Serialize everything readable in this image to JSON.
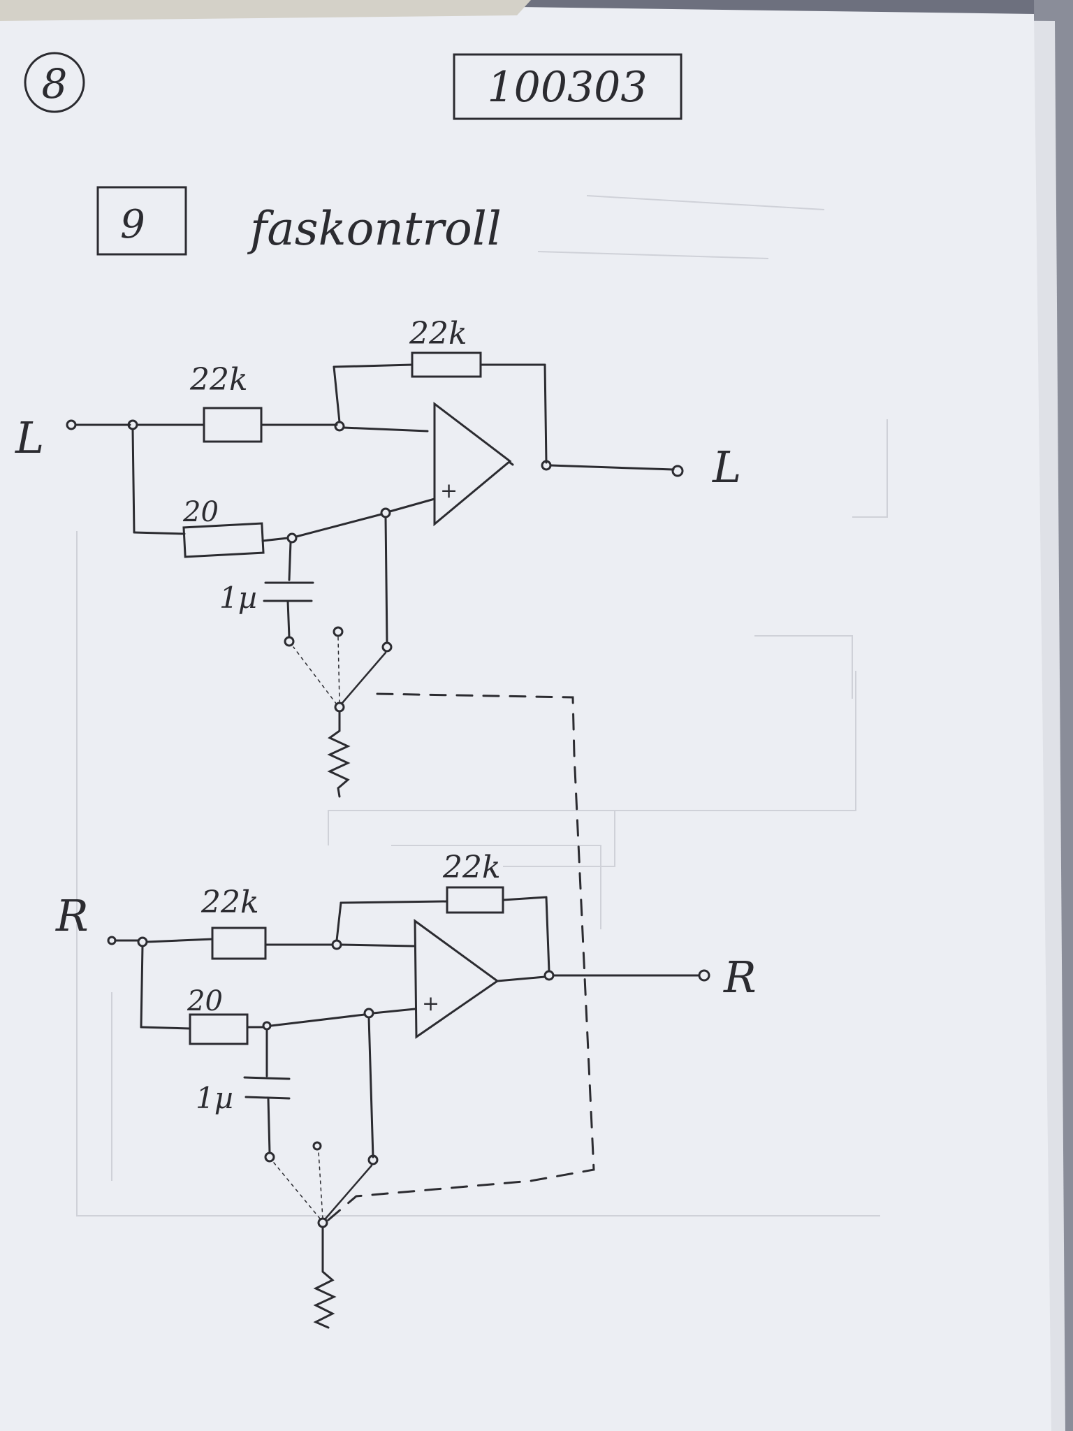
{
  "page": {
    "number": "8",
    "date": "100303",
    "box_mark": "9",
    "title": "faskontroll",
    "colors": {
      "paper": "#ecedf2",
      "ink": "#2b2b30",
      "faint": "#c9cbd3"
    }
  },
  "circuits": [
    {
      "id": "left",
      "input_label": "L",
      "output_label": "L",
      "r_in_label": "22k",
      "r_fb_label": "22k",
      "r_series_label": "20",
      "cap_label": "1µ",
      "plus_label": "+"
    },
    {
      "id": "right",
      "input_label": "R",
      "output_label": "R",
      "r_in_label": "22k",
      "r_fb_label": "22k",
      "r_series_label": "20",
      "cap_label": "1µ",
      "plus_label": "+"
    }
  ]
}
